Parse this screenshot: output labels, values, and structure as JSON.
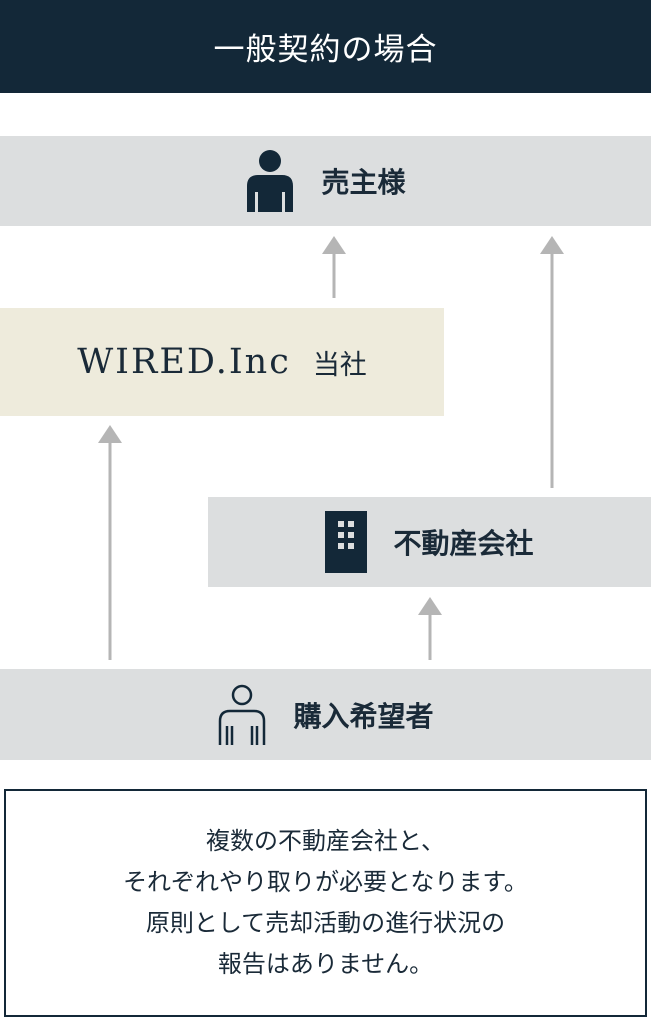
{
  "header": {
    "title": "一般契約の場合"
  },
  "nodes": {
    "seller": {
      "label": "売主様",
      "icon": "person-solid-icon"
    },
    "wired": {
      "logo": "WIRED.Inc",
      "suffix": "当社"
    },
    "agency": {
      "label": "不動産会社",
      "icon": "building-icon"
    },
    "buyer": {
      "label": "購入希望者",
      "icon": "person-outline-icon"
    }
  },
  "note": {
    "lines": [
      "複数の不動産会社と、",
      "それぞれやり取りが必要となります。",
      "原則として売却活動の進行状況の",
      "報告はありません。"
    ]
  },
  "colors": {
    "navy": "#132838",
    "gray_box": "#dcdedf",
    "beige_box": "#eeebdc",
    "arrow": "#b5b5b5"
  }
}
